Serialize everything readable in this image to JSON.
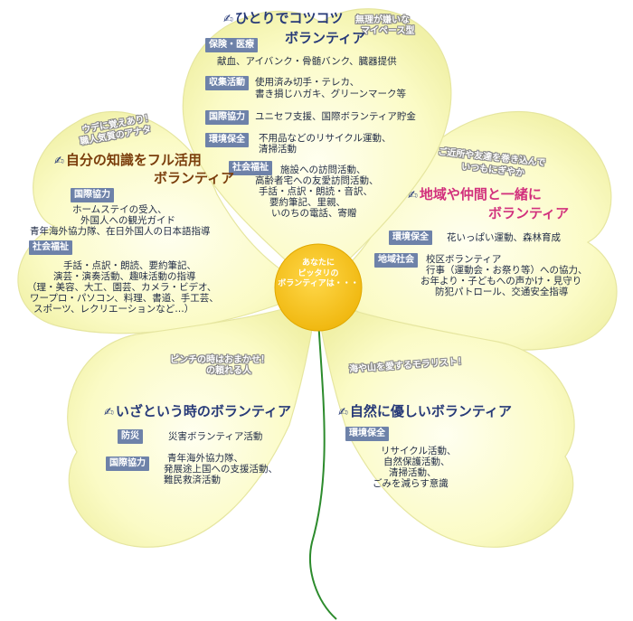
{
  "colors": {
    "petal_fill": "#fbfbc6",
    "petal_edge": "#e6e6a0",
    "center": "#f4c418",
    "stem": "#2c8b2c",
    "tag_bg": "#6e82a9",
    "title_blue": "#273a78",
    "title_pink": "#d2317d",
    "title_brown": "#7a3d0b"
  },
  "center": {
    "line1": "あなたに",
    "line2": "ピッタリの",
    "line3": "ボランティアは・・・"
  },
  "petals": {
    "top": {
      "icon": "pen-icon",
      "title1": "ひとりでコツコツ",
      "title2": "ボランティア",
      "subtitle1": "無理が嫌いな",
      "subtitle2": "マイペース型",
      "items": [
        {
          "tag": "保険・医療",
          "lines": [
            "献血、アイバンク・骨髄バンク、臓器提供"
          ]
        },
        {
          "tag": "収集活動",
          "lines": [
            "使用済み切手・テレカ、",
            "書き損じハガキ、グリーンマーク等"
          ]
        },
        {
          "tag": "国際協力",
          "lines": [
            "ユニセフ支援、国際ボランティア貯金"
          ]
        },
        {
          "tag": "環境保全",
          "lines": [
            "不用品などのリサイクル運動、",
            "清掃活動"
          ]
        },
        {
          "tag": "社会福祉",
          "lines": [
            "施設への訪問活動、",
            "高齢者宅への友愛訪問活動、",
            "手話・点訳・朗読・音訳、",
            "要約筆記、里親、",
            "いのちの電話、寄贈"
          ]
        }
      ]
    },
    "left": {
      "icon": "pen-icon",
      "title1": "自分の知識をフル活用",
      "title2": "ボランティア",
      "subtitle1": "ウデに覚えあり！",
      "subtitle2": "職人気質のアナタ",
      "items": [
        {
          "tag": "国際協力",
          "lines": [
            "ホームステイの受入、",
            "外国人への観光ガイド",
            "青年海外協力隊、在日外国人の日本語指導"
          ]
        },
        {
          "tag": "社会福祉",
          "lines": [
            "手話・点訳・朗読、要約筆記、",
            "演芸・演奏活動、趣味活動の指導",
            "（理・美容、大工、園芸、カメラ・ビデオ、",
            "ワープロ・パソコン、料理、書道、手工芸、",
            "スポーツ、レクリエーションなど…）"
          ]
        }
      ]
    },
    "right": {
      "icon": "pen-icon",
      "title1": "地域や仲間と一緒に",
      "title2": "ボランティア",
      "subtitle1": "ご近所や友達を巻き込んで",
      "subtitle2": "いつもにぎやか",
      "items": [
        {
          "tag": "環境保全",
          "lines": [
            "花いっぱい運動、森林育成"
          ]
        },
        {
          "tag": "地域社会",
          "lines": [
            "校区ボランティア",
            "行事（運動会・お祭り等）への協力、",
            "お年より・子どもへの声かけ・見守り",
            "防犯パトロール、交通安全指導"
          ]
        }
      ]
    },
    "bottom_left": {
      "icon": "pen-icon",
      "title": "いざという時のボランティア",
      "subtitle1": "ピンチの時はおまかせ！",
      "subtitle2": "の頼れる人",
      "items": [
        {
          "tag": "防災",
          "lines": [
            "災害ボランティア活動"
          ]
        },
        {
          "tag": "国際協力",
          "lines": [
            "青年海外協力隊、",
            "発展途上国への支援活動、",
            "難民救済活動"
          ]
        }
      ]
    },
    "bottom_right": {
      "icon": "pen-icon",
      "title": "自然に優しいボランティア",
      "subtitle1": "海や山を愛するモラリスト！",
      "items": [
        {
          "tag": "環境保全",
          "lines": [
            "リサイクル活動、",
            "自然保護活動、",
            "清掃活動、",
            "ごみを減らす意識"
          ]
        }
      ]
    }
  }
}
